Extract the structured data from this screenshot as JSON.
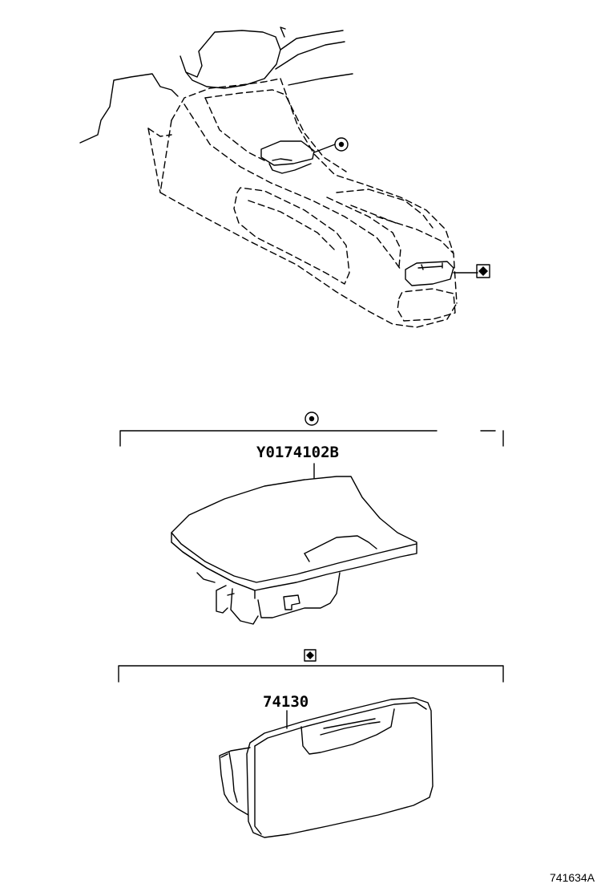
{
  "part_numbers": {
    "upper_part": "Y0174102B",
    "lower_part": "74130"
  },
  "diagram_ref": "741634A",
  "symbols": {
    "circle_marker": "circle-dot-symbol",
    "diamond_marker": "diamond-in-square-symbol"
  }
}
